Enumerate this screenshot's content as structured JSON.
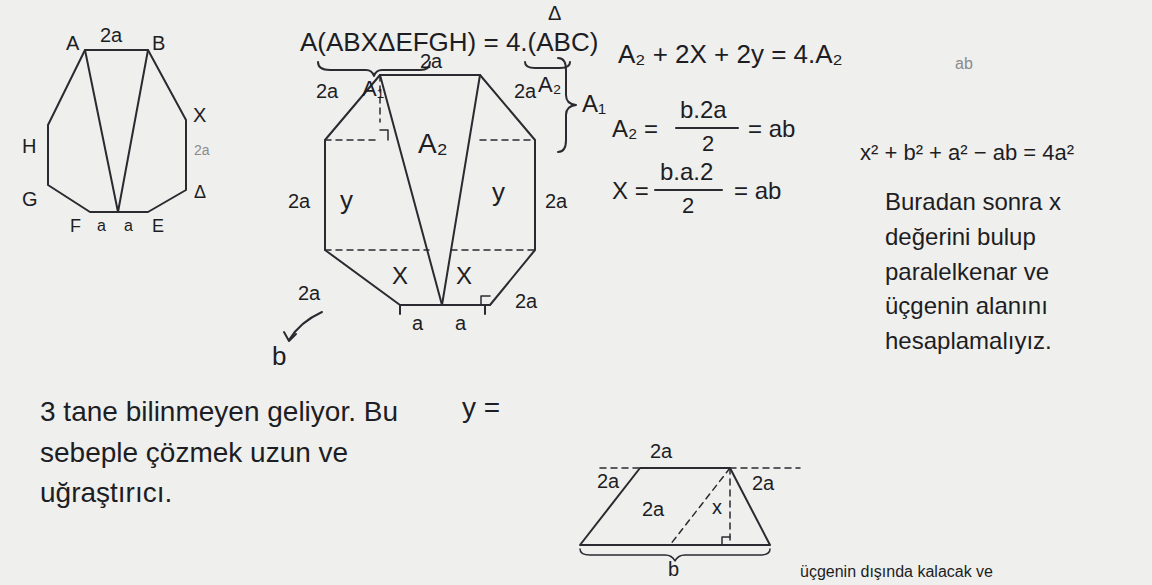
{
  "diagram": {
    "labels": [
      "A",
      "2a",
      "B",
      "H",
      "X",
      "2a",
      "G",
      "Δ",
      "F",
      "a",
      "a",
      "E",
      "Δ",
      "A(ABXΔEFGH) = 4.(ABC)",
      "A₁",
      "A₂",
      "2a",
      "2a",
      "2a",
      "A₂",
      "y",
      "y",
      "2a",
      "2a",
      "X",
      "X",
      "2a",
      "2a",
      "a",
      "a",
      "b",
      "A₁",
      "A₂ + 2X + 2y = 4.A₂",
      "A₂ =",
      "b.2a",
      "2",
      "= ab",
      "X =",
      "b.a.2",
      "2",
      "= ab",
      "ab",
      "x² + b² + a² − ab = 4a²",
      "Buradan sonra x değerini bulup paralelkenar ve üçgenin alanını hesaplamalıyız.",
      "3 tane bilinmeyen geliyor. Bu sebeple çözmek uzun ve uğraştırıcı.",
      "y =",
      "2a",
      "2a",
      "2a",
      "x",
      "2a",
      "b",
      "üçgenin dışında kalacak ve"
    ]
  }
}
